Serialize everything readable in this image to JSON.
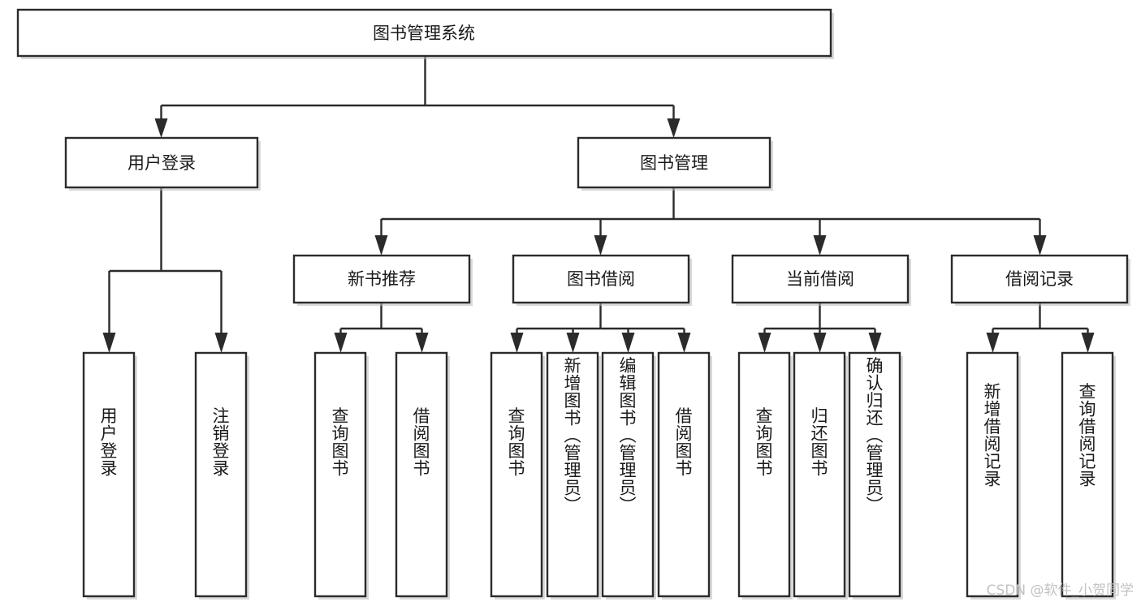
{
  "diagram": {
    "title": "图书管理系统",
    "type": "hierarchy-tree",
    "orientation": "top-down",
    "colors": {
      "box_stroke": "#2b2b2b",
      "box_fill": "#ffffff",
      "edge": "#2b2b2b",
      "text": "#1a1a1a",
      "watermark": "#c2c2c2",
      "background": "#ffffff"
    },
    "levels": {
      "root": {
        "label": "图书管理系统"
      },
      "level2": [
        {
          "label": "用户登录"
        },
        {
          "label": "图书管理"
        }
      ],
      "level3": [
        {
          "label": "新书推荐"
        },
        {
          "label": "图书借阅"
        },
        {
          "label": "当前借阅"
        },
        {
          "label": "借阅记录"
        }
      ],
      "leaves": [
        {
          "label": "用户登录",
          "parent": "用户登录"
        },
        {
          "label": "注销登录",
          "parent": "用户登录"
        },
        {
          "label": "查询图书",
          "parent": "新书推荐"
        },
        {
          "label": "借阅图书",
          "parent": "新书推荐"
        },
        {
          "label": "查询图书",
          "parent": "图书借阅"
        },
        {
          "label": "新增图书（管理员）",
          "parent": "图书借阅"
        },
        {
          "label": "编辑图书（管理员）",
          "parent": "图书借阅"
        },
        {
          "label": "借阅图书",
          "parent": "图书借阅"
        },
        {
          "label": "查询图书",
          "parent": "当前借阅"
        },
        {
          "label": "归还图书",
          "parent": "当前借阅"
        },
        {
          "label": "确认归还（管理员）",
          "parent": "当前借阅"
        },
        {
          "label": "新增借阅记录",
          "parent": "借阅记录"
        },
        {
          "label": "查询借阅记录",
          "parent": "借阅记录"
        }
      ]
    },
    "watermark": "CSDN @软件_小贺同学"
  }
}
